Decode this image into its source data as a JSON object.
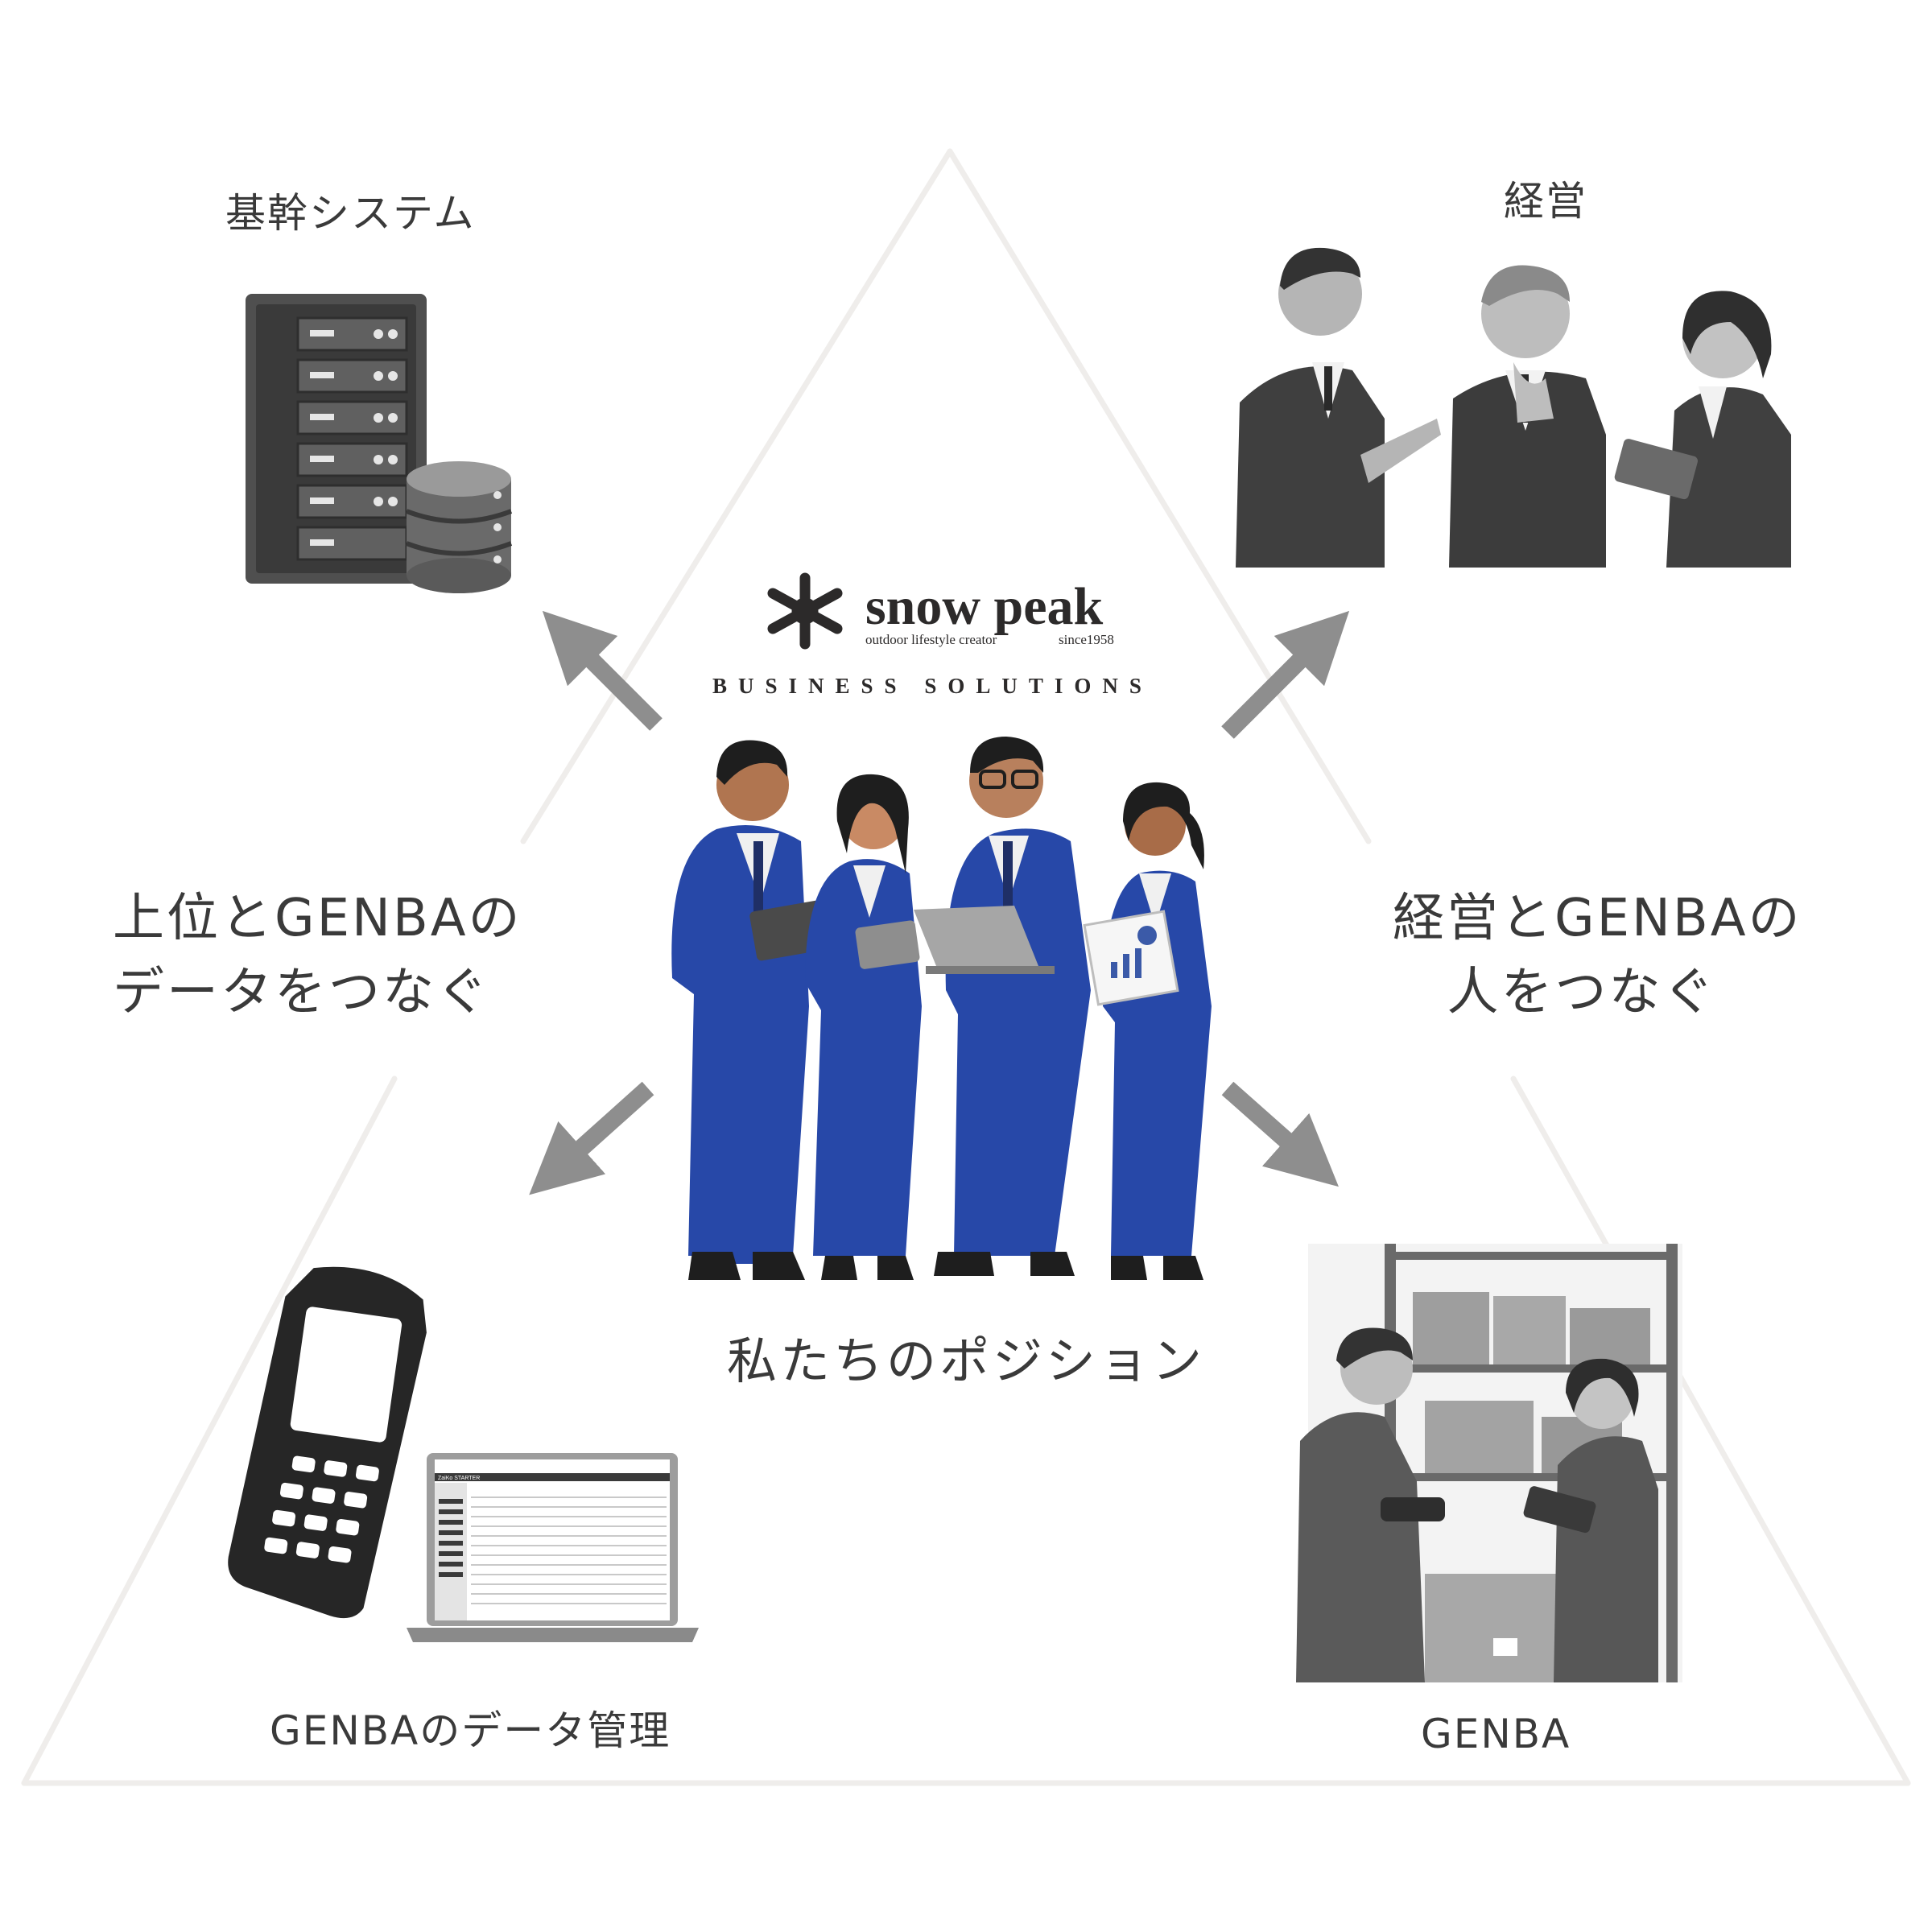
{
  "nodes": {
    "core_system": "基幹システム",
    "management": "経営",
    "genba_data": "GENBAのデータ管理",
    "genba": "GENBA"
  },
  "edges": {
    "left_line1": "上位とGENBAの",
    "left_line2": "データをつなぐ",
    "right_line1": "経営とGENBAの",
    "right_line2": "人をつなぐ"
  },
  "center": {
    "caption": "私たちのポジション",
    "logo_word": "snow peak",
    "logo_tagline": "outdoor lifestyle creator",
    "logo_since": "since1958",
    "logo_division": "BUSINESS SOLUTIONS"
  },
  "laptop_screen": {
    "title": "ZaiKo STARTER"
  },
  "colors": {
    "triangle_stroke": "#efedeb",
    "arrow": "#8e8e8e",
    "suit_blue": "#2748a8",
    "figure_gray": "#4a4a4a"
  }
}
